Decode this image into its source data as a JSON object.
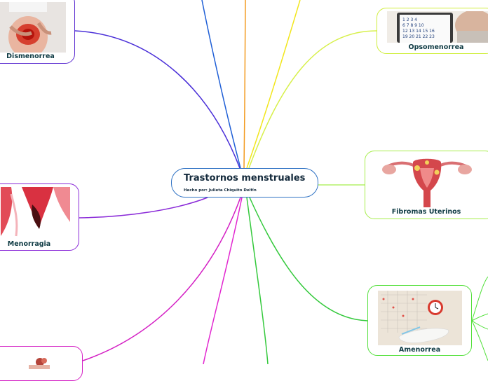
{
  "central": {
    "title": "Trastornos menstruales",
    "subtitle": "Hecho por: Julieta Chiquito Delfín"
  },
  "nodes": {
    "dismenorrea": {
      "label": "Dismenorrea",
      "image": "abdominal-pain-photo",
      "border_color": "#5a2bd0"
    },
    "opsomenorrea": {
      "label": "Opsomenorrea",
      "image": "calendar-tablet-photo",
      "border_color": "#cfee3a"
    },
    "fibromas": {
      "label": "Fibromas Uterinos",
      "image": "uterus-fibroid-illustration",
      "border_color": "#a6ee4a"
    },
    "menorragia": {
      "label": "Menorragia",
      "image": "bleeding-tissue-photo",
      "border_color": "#8a2ad8"
    },
    "amenorrea": {
      "label": "Amenorrea",
      "image": "calendar-clock-pad-photo",
      "border_color": "#52e03a"
    },
    "bottom_left": {
      "label": "",
      "image": "partial-figure-photo",
      "border_color": "#d41fc4"
    }
  },
  "branch_colors": {
    "blue": "#1f5fd6",
    "orange": "#f39a1e",
    "yellow": "#f2e61d",
    "green": "#34c93c",
    "magenta": "#e226d0"
  }
}
